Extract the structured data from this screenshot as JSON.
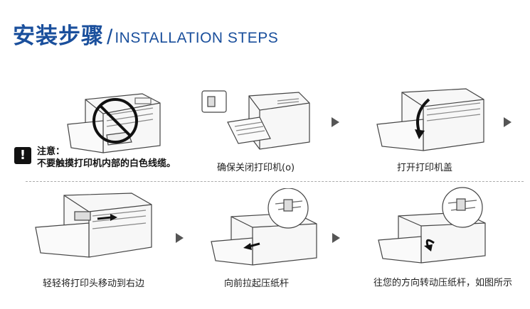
{
  "header": {
    "title_cn": "安装步骤",
    "title_slash": "/",
    "title_en": "INSTALLATION STEPS"
  },
  "note": {
    "icon": "!",
    "title": "注意：",
    "body": "不要触摸打印机内部的白色线缆。"
  },
  "steps": [
    {
      "caption": ""
    },
    {
      "caption": "确保关闭打印机(o)"
    },
    {
      "caption": "打开打印机盖"
    },
    {
      "caption": "轻轻将打印头移动到右边"
    },
    {
      "caption": "向前拉起压纸杆"
    },
    {
      "caption": "往您的方向转动压纸杆，如图所示"
    }
  ],
  "colors": {
    "title": "#1a4f9c",
    "arrow": "#555555",
    "line": "#444444",
    "warning": "#111111"
  }
}
